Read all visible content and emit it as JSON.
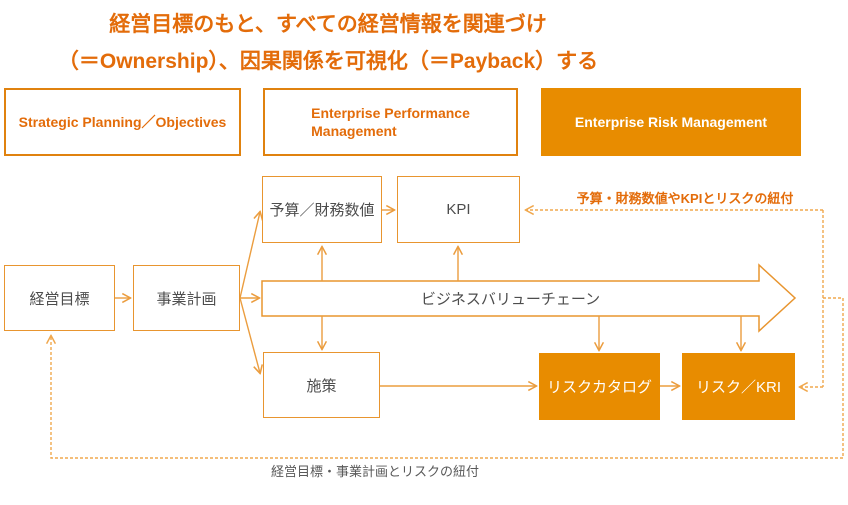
{
  "title": {
    "line1": "経営目標のもと、すべての経営情報を関連づけ",
    "line2": "（＝Ownership）、因果関係を可視化（＝Payback）する"
  },
  "headers": {
    "strategic_planning": "Strategic Planning／Objectives",
    "enterprise_performance_management": "Enterprise Performance\nManagement",
    "enterprise_risk_management": "Enterprise Risk Management"
  },
  "flow": {
    "goal": "経営目標",
    "business_plan": "事業計画",
    "budget_financials": "予算／財務数値",
    "kpi": "KPI",
    "value_chain": "ビジネスバリューチェーン",
    "measures": "施策",
    "risk_catalog": "リスクカタログ",
    "risk_kri": "リスク／KRI"
  },
  "annotations": {
    "top_link": "予算・財務数値やKPIとリスクの紐付",
    "bottom_link": "経営目標・事業計画とリスクの紐付"
  },
  "colors": {
    "accent_orange": "#E36C0A",
    "fill_orange": "#E88C00",
    "outline_orange": "#E8952F",
    "connector_orange": "#EB9D3F",
    "dashed_orange": "#F0A84E",
    "box_text_gray": "#4D4D4D",
    "note_text_gray": "#595959"
  }
}
